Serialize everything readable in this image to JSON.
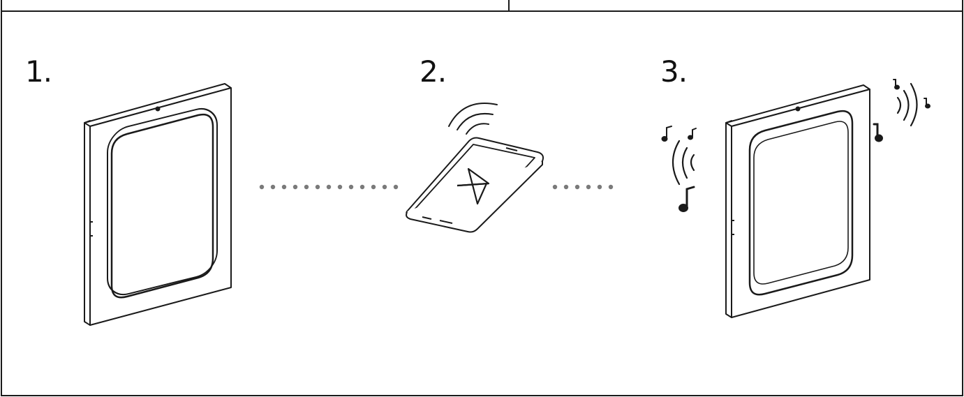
{
  "steps": [
    {
      "number": "1.",
      "device": "speaker-panel"
    },
    {
      "number": "2.",
      "device": "phone-bluetooth"
    },
    {
      "number": "3.",
      "device": "speaker-panel-playing"
    }
  ],
  "colors": {
    "line": "#1a1a1a",
    "dots": "#7a7a7a",
    "background": "#ffffff"
  },
  "icons": [
    "bluetooth-icon",
    "wifi-signal-icon",
    "music-note-icon",
    "sound-wave-icon"
  ]
}
